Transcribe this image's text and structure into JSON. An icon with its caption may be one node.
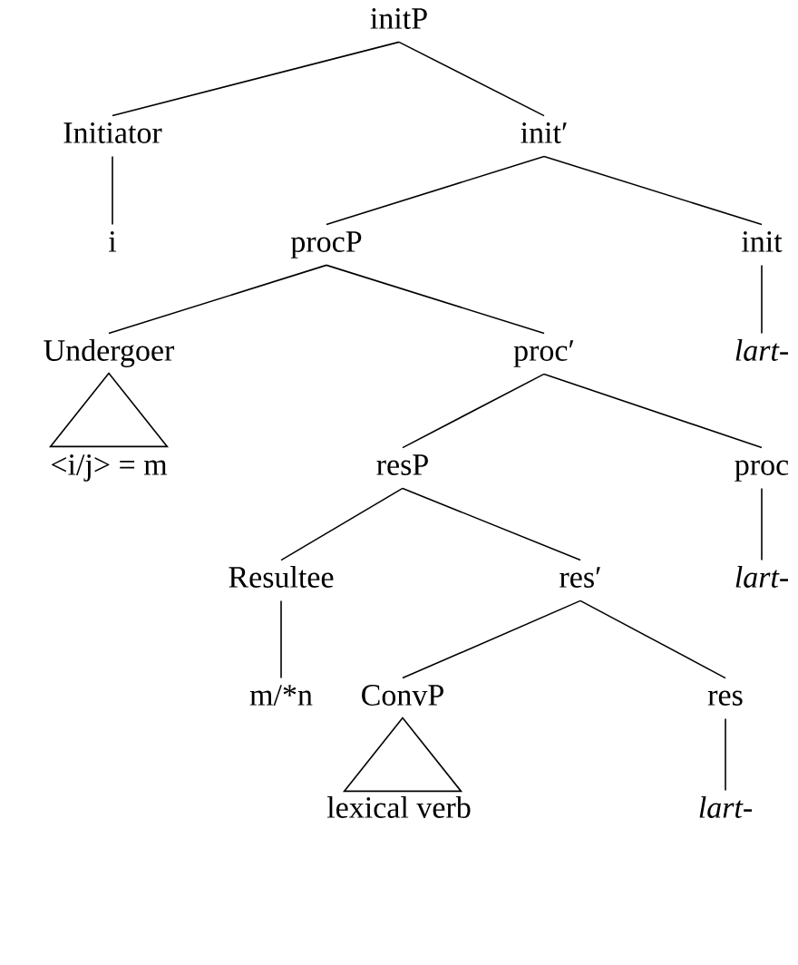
{
  "diagram": {
    "nodes": [
      {
        "text": [
          "initP"
        ]
      },
      {
        "text": [
          "Initiator"
        ]
      },
      {
        "text": [
          "init′"
        ]
      },
      {
        "text": [
          "i"
        ]
      },
      {
        "text": [
          "procP"
        ]
      },
      {
        "text": [
          "init"
        ]
      },
      {
        "text": [
          "Undergoer"
        ]
      },
      {
        "text": [
          "proc′"
        ]
      },
      {
        "text": [
          "*lart-*"
        ]
      },
      {
        "text": [],
        "shape": "triangle"
      },
      {
        "text": [
          "<i/j> = m"
        ]
      },
      {
        "text": [
          "resP"
        ]
      },
      {
        "text": [
          "proc"
        ]
      },
      {
        "text": [
          "Resultee"
        ]
      },
      {
        "text": [
          "res′"
        ]
      },
      {
        "text": [
          "*lart-*"
        ]
      },
      {
        "text": [
          "m/*n"
        ]
      },
      {
        "text": [
          "ConvP"
        ]
      },
      {
        "text": [
          "res"
        ]
      },
      {
        "text": [],
        "shape": "triangle"
      },
      {
        "text": [
          "lexical verb"
        ]
      },
      {
        "text": [
          "*lart-*"
        ]
      }
    ],
    "edges": [
      {
        "from": 0,
        "to": 1,
        "arrow": "none"
      },
      {
        "from": 0,
        "to": 2,
        "arrow": "none"
      },
      {
        "from": 1,
        "to": 3,
        "arrow": "none"
      },
      {
        "from": 2,
        "to": 4,
        "arrow": "none"
      },
      {
        "from": 2,
        "to": 5,
        "arrow": "none"
      },
      {
        "from": 4,
        "to": 6,
        "arrow": "none"
      },
      {
        "from": 4,
        "to": 7,
        "arrow": "none"
      },
      {
        "from": 5,
        "to": 8,
        "arrow": "none"
      },
      {
        "from": 7,
        "to": 11,
        "arrow": "none"
      },
      {
        "from": 7,
        "to": 12,
        "arrow": "none"
      },
      {
        "from": 11,
        "to": 13,
        "arrow": "none"
      },
      {
        "from": 11,
        "to": 14,
        "arrow": "none"
      },
      {
        "from": 12,
        "to": 15,
        "arrow": "none"
      },
      {
        "from": 13,
        "to": 16,
        "arrow": "none"
      },
      {
        "from": 14,
        "to": 17,
        "arrow": "none"
      },
      {
        "from": 14,
        "to": 18,
        "arrow": "none"
      },
      {
        "from": 18,
        "to": 21,
        "arrow": "none"
      }
    ]
  }
}
